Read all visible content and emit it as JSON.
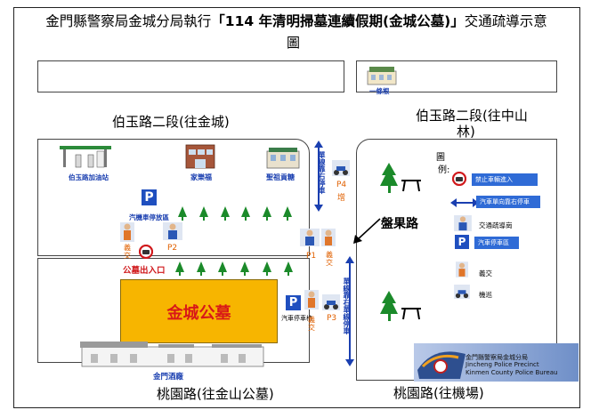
{
  "title": {
    "prefix": "金門縣警察局金城分局執行",
    "highlight": "「114 年清明掃墓連續假期(金城公墓)」",
    "suffix": "交通疏導示意",
    "tail": "圖"
  },
  "roads": {
    "top_left": "伯玉路二段(往金城)",
    "top_right_line1": "伯玉路二段(往中山",
    "top_right_line2": "林)",
    "bottom_left": "桃園路(往金山公墓)",
    "bottom_right": "桃園路(往機場)",
    "panguo": "盤果路"
  },
  "places": {
    "yitiao": "一條根",
    "gas_station": "伯玉路加油站",
    "jialefu": "家樂福",
    "shengzu": "聖祖貢糖",
    "parking_upper": "汽機車停放區",
    "cemetery_exit": "公墓出入口",
    "cemetery": "金城公墓",
    "car_parking": "汽車停車格",
    "winery": "金門酒廠"
  },
  "posts": {
    "p1": "P1",
    "p2": "P2",
    "p3": "P3",
    "p4": "P4",
    "zeng": "增",
    "yijiao1": "義",
    "yijiao2": "交",
    "vertical_upper": "單線靠右停車",
    "vertical_lower": "單線靠右單線停車"
  },
  "legend": {
    "heading1": "圖",
    "heading2": "例:",
    "items": [
      {
        "label": "禁止車輛進入",
        "icon": "no-entry-icon"
      },
      {
        "label": "汽車單向靠右停車",
        "icon": "double-arrow-icon"
      },
      {
        "label": "交通疏導崗",
        "icon": "traffic-officer-icon"
      },
      {
        "label": "汽車停車區",
        "icon": "parking-icon"
      },
      {
        "label": "義交",
        "icon": "volunteer-icon"
      },
      {
        "label": "機巡",
        "icon": "motor-patrol-icon"
      }
    ]
  },
  "police_logo": {
    "line1": "金門縣警察局金城分局",
    "line2": "Jincheng Police Precinct",
    "line3": "Kinmen County Police Bureau"
  },
  "colors": {
    "cemetery": "#f7b500",
    "cemetery_text": "#d81818",
    "parking": "#1f4fbf",
    "trees": "#1b8a2a",
    "arrows": "#1a3fb0"
  }
}
